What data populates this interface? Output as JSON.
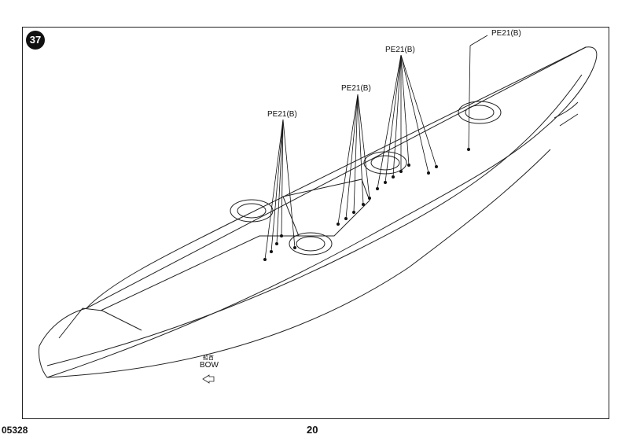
{
  "step_number": "37",
  "part_labels": [
    "PE21(B)",
    "PE21(B)",
    "PE21(B)",
    "PE21(B)"
  ],
  "bow_label_cn": "船首",
  "bow_label": "BOW",
  "product_code": "05328",
  "page_number": "20"
}
